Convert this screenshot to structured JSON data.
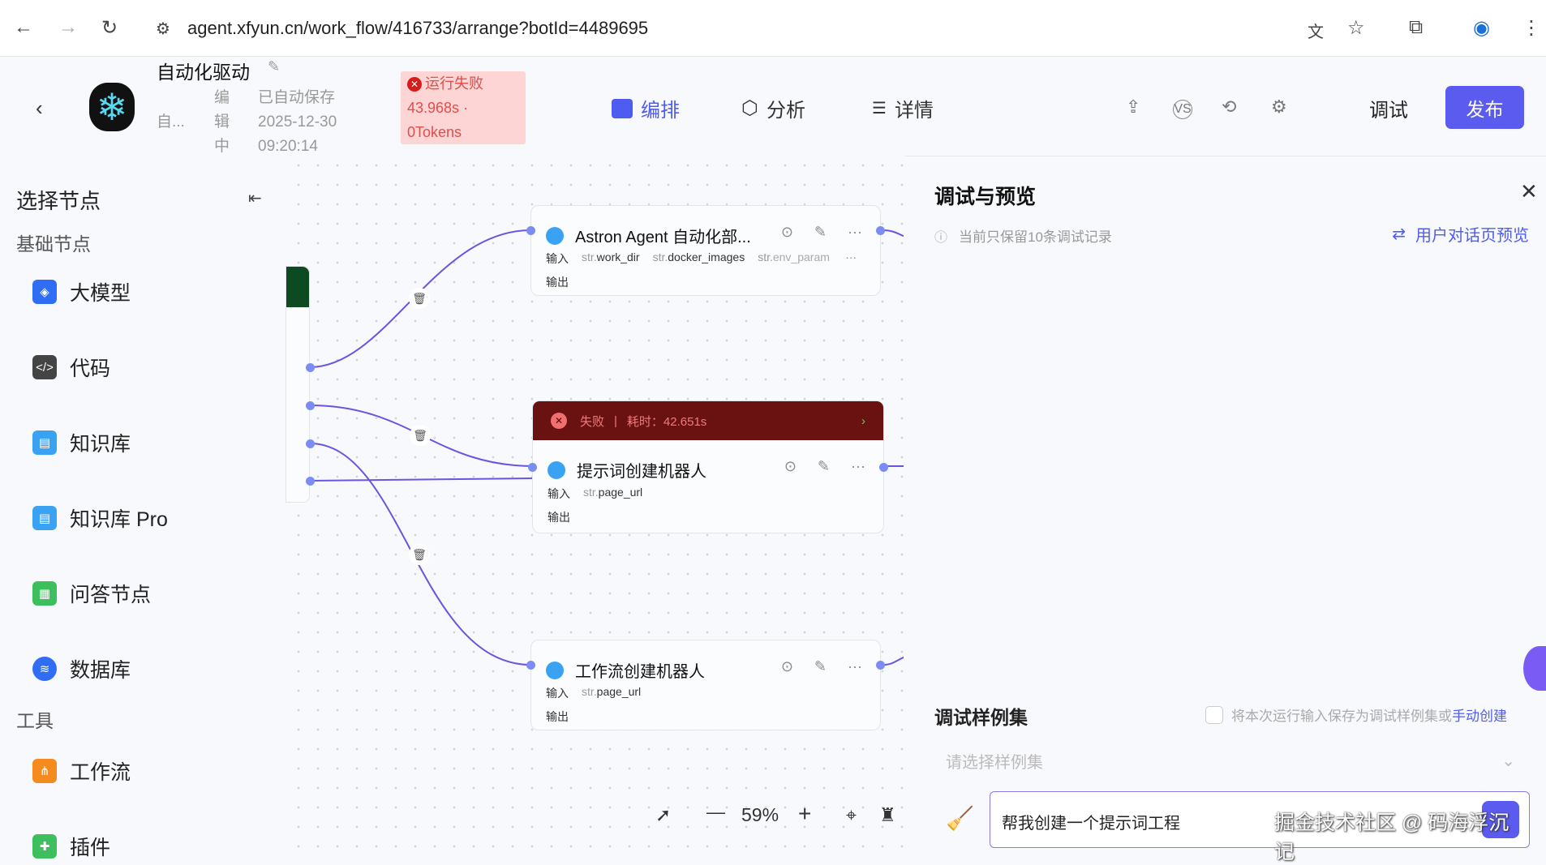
{
  "browser": {
    "url": "agent.xfyun.cn/work_flow/416733/arrange?botId=4489695"
  },
  "header": {
    "title": "自动化驱动",
    "desc": "自...",
    "editing": [
      "编",
      "辑",
      "中"
    ],
    "saved_label": "已自动保存",
    "saved_date": "2025-12-30",
    "saved_time": "09:20:14",
    "status": {
      "label": "运行失败",
      "duration": "43.968s ·",
      "tokens": "0Tokens",
      "color": "#e24c4c"
    },
    "tabs": [
      {
        "label": "编排",
        "active": true
      },
      {
        "label": "分析"
      },
      {
        "label": "详情"
      }
    ],
    "debug_label": "调试",
    "publish_label": "发布",
    "accent": "#5b5bef"
  },
  "sidebar": {
    "title": "选择节点",
    "section_basic": "基础节点",
    "section_tools": "工具",
    "items": [
      {
        "label": "大模型",
        "icon": "llm-icon"
      },
      {
        "label": "代码",
        "icon": "code-icon"
      },
      {
        "label": "知识库",
        "icon": "knowledge-icon"
      },
      {
        "label": "知识库 Pro",
        "icon": "knowledge-pro-icon"
      },
      {
        "label": "问答节点",
        "icon": "qa-icon"
      },
      {
        "label": "数据库",
        "icon": "database-icon"
      }
    ],
    "tools": [
      {
        "label": "工作流",
        "icon": "workflow-icon"
      },
      {
        "label": "插件",
        "icon": "plugin-icon"
      }
    ]
  },
  "canvas": {
    "nodes": [
      {
        "title": "Astron Agent 自动化部...",
        "input_label": "输入",
        "inputs": [
          {
            "type": "str.",
            "name": "work_dir"
          },
          {
            "type": "str.",
            "name": "docker_images"
          },
          {
            "type": "str.",
            "name": "env_param"
          }
        ],
        "output_label": "输出"
      },
      {
        "title": "提示词创建机器人",
        "input_label": "输入",
        "inputs": [
          {
            "type": "str.",
            "name": "page_url"
          }
        ],
        "output_label": "输出",
        "run": {
          "status": "失败",
          "sep": "|",
          "time": "耗时：42.651s"
        }
      },
      {
        "title": "工作流创建机器人",
        "input_label": "输入",
        "inputs": [
          {
            "type": "str.",
            "name": "page_url"
          }
        ],
        "output_label": "输出"
      }
    ],
    "zoom": "59%"
  },
  "panel": {
    "title": "调试与预览",
    "info": "当前只保留10条调试记录",
    "preview_link": "用户对话页预览",
    "samples_title": "调试样例集",
    "save_hint": "将本次运行输入保存为调试样例集或",
    "manual_create": "手动创建",
    "select_placeholder": "请选择样例集",
    "input_value": "帮我创建一个提示词工程",
    "watermark": "掘金技术社区 @ 码海浮沉记"
  }
}
